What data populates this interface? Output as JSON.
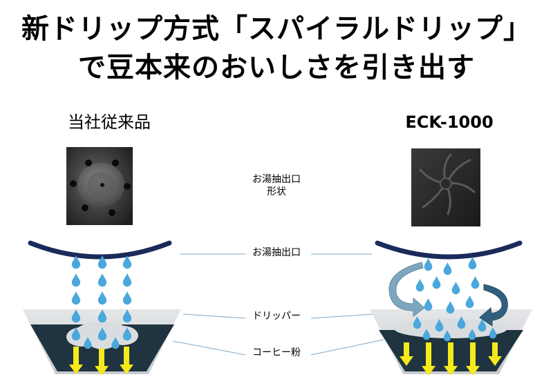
{
  "headline": {
    "line1": "新ドリップ方式「スパイラルドリップ」",
    "line2": "で豆本来のおいしさを引き出す"
  },
  "columns": {
    "left_title": "当社従来品",
    "right_title": "ECK-1000"
  },
  "labels": {
    "outlet_shape_line1": "お湯抽出口",
    "outlet_shape_line2": "形状",
    "outlet": "お湯抽出口",
    "dripper": "ドリッパー",
    "coffee_powder": "コーヒー粉"
  },
  "colors": {
    "water_drop": "#4aa8dc",
    "outlet_arc": "#1a2a5a",
    "coffee_bed": "#1f3440",
    "foam": "#d9dde0",
    "flow_arrow": "#f5ea1a",
    "spiral_arrow": "#7fa6bf",
    "connector_line": "#7aa7c7"
  },
  "icons": {
    "left_outlet": "six-hole-nozzle-photo",
    "right_outlet": "spiral-nozzle-photo"
  }
}
